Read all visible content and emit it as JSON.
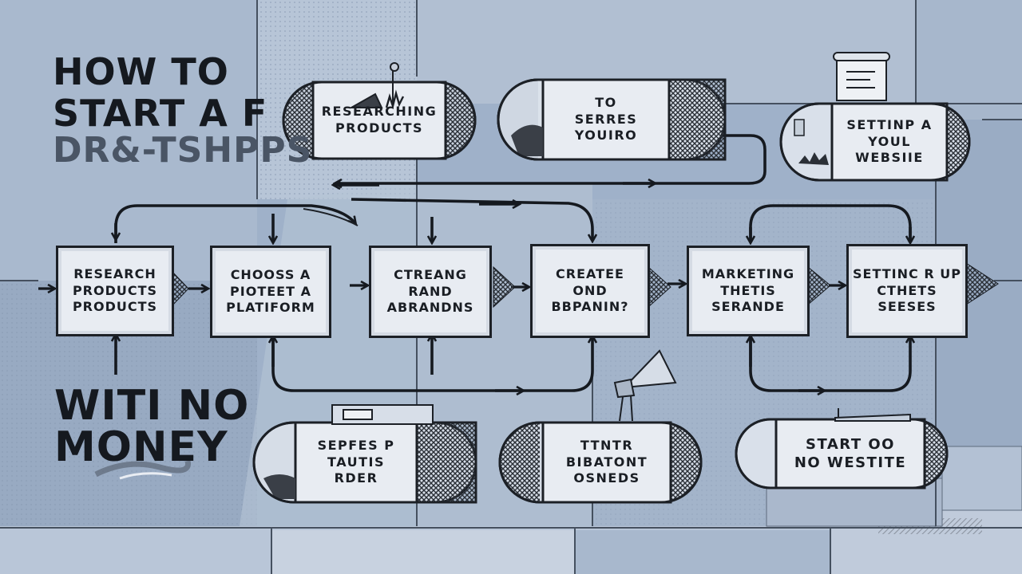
{
  "title": {
    "line1": "HOW TO",
    "line2": "START A F",
    "line3": "DR&-TSHPPS"
  },
  "subtitle": {
    "line1": "WITI NO",
    "line2": "MONEY"
  },
  "top_pills": [
    {
      "line1": "RESEARCHING",
      "line2": "PRODUCTS",
      "line3": ""
    },
    {
      "line1": "TO",
      "line2": "SERRES",
      "line3": "YOUIRO"
    },
    {
      "line1": "SETTINP A",
      "line2": "YOUL",
      "line3": "WEBSIIE"
    }
  ],
  "steps": [
    {
      "line1": "RESEARCH",
      "line2": "PRODUCTS",
      "line3": "PRODUCTS"
    },
    {
      "line1": "CHOOSS A",
      "line2": "PIOTEET A",
      "line3": "PLATIFORM"
    },
    {
      "line1": "CTREANG",
      "line2": "RAND",
      "line3": "ABRANDNS"
    },
    {
      "line1": "CREATEE",
      "line2": "OND",
      "line3": "BBPANIN?"
    },
    {
      "line1": "MARKETING",
      "line2": "THETIS",
      "line3": "SERANDE"
    },
    {
      "line1": "SETTINC R UP",
      "line2": "CTHETS",
      "line3": "SEESES"
    }
  ],
  "bottom_pills": [
    {
      "line1": "SEPFES P",
      "line2": "TAUTIS",
      "line3": "RDER"
    },
    {
      "line1": "TTNTR",
      "line2": "BIBATONT",
      "line3": "OSNEDS"
    },
    {
      "line1": "START OO",
      "line2": "NO WESTITE",
      "line3": ""
    }
  ],
  "colors": {
    "background": "#9fb1c9",
    "panel_light": "#b4c3d6",
    "panel_dark": "#8ea1ba",
    "box_fill": "#e8ecf2",
    "ink": "#15191f"
  }
}
